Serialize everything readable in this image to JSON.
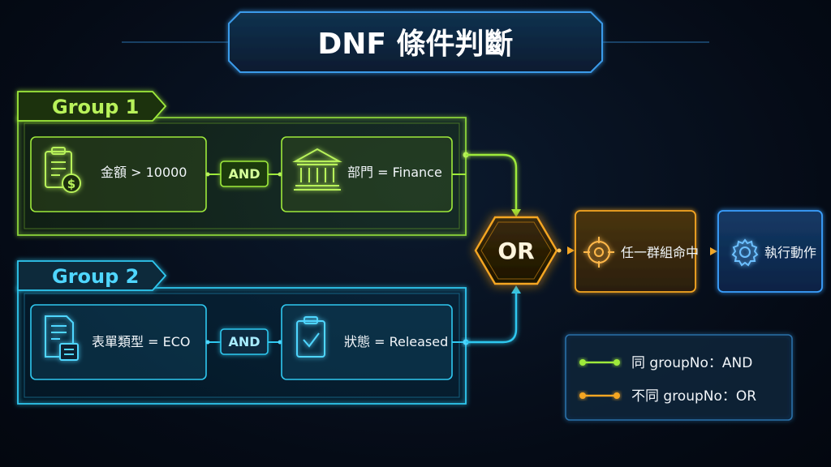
{
  "title": "DNF 條件判斷",
  "colors": {
    "group1": "#9eea3b",
    "group2": "#2fc8f0",
    "or": "#f5a623",
    "action": "#3aa0ff"
  },
  "group1": {
    "label": "Group 1",
    "cond1": {
      "text": "金額 > 10000",
      "icon": "clipboard-dollar-icon"
    },
    "operator": "AND",
    "cond2": {
      "text": "部門 = Finance",
      "icon": "bank-building-icon"
    }
  },
  "group2": {
    "label": "Group 2",
    "cond1": {
      "text": "表單類型 = ECO",
      "icon": "document-form-icon"
    },
    "operator": "AND",
    "cond2": {
      "text": "狀態 = Released",
      "icon": "clipboard-check-icon"
    }
  },
  "or_node": {
    "label": "OR"
  },
  "match_node": {
    "text": "任一群組命中",
    "icon": "target-icon"
  },
  "action_node": {
    "text": "執行動作",
    "icon": "gear-icon"
  },
  "legend": {
    "same": "同 groupNo：AND",
    "diff": "不同 groupNo：OR"
  }
}
